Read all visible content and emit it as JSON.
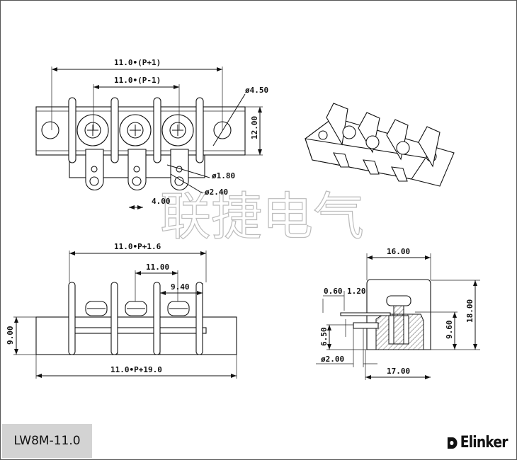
{
  "watermark": "联捷电气",
  "model": "LW8M-11.0",
  "brand": "Elinker",
  "top_view": {
    "dim_overall": "11.0•(P+1)",
    "dim_inner": "11.0•(P-1)",
    "dim_hole": "ø4.50",
    "dim_height": "12.00",
    "dim_small_hole": "ø1.80",
    "dim_large_hole": "ø2.40",
    "dim_tab": "4.00"
  },
  "front_view": {
    "dim_span": "11.0•P+1.6",
    "dim_pitch": "11.00",
    "dim_gap": "9.40",
    "dim_height": "9.00",
    "dim_length": "11.0•P+19.0"
  },
  "side_view": {
    "dim_top_width": "16.00",
    "dim_total_height": "18.00",
    "dim_pin_height": "9.60",
    "dim_thickness": "0.60",
    "dim_offset": "1.20",
    "dim_pin_level": "6.50",
    "dim_pin_dia": "ø2.00",
    "dim_base_width": "17.00"
  }
}
